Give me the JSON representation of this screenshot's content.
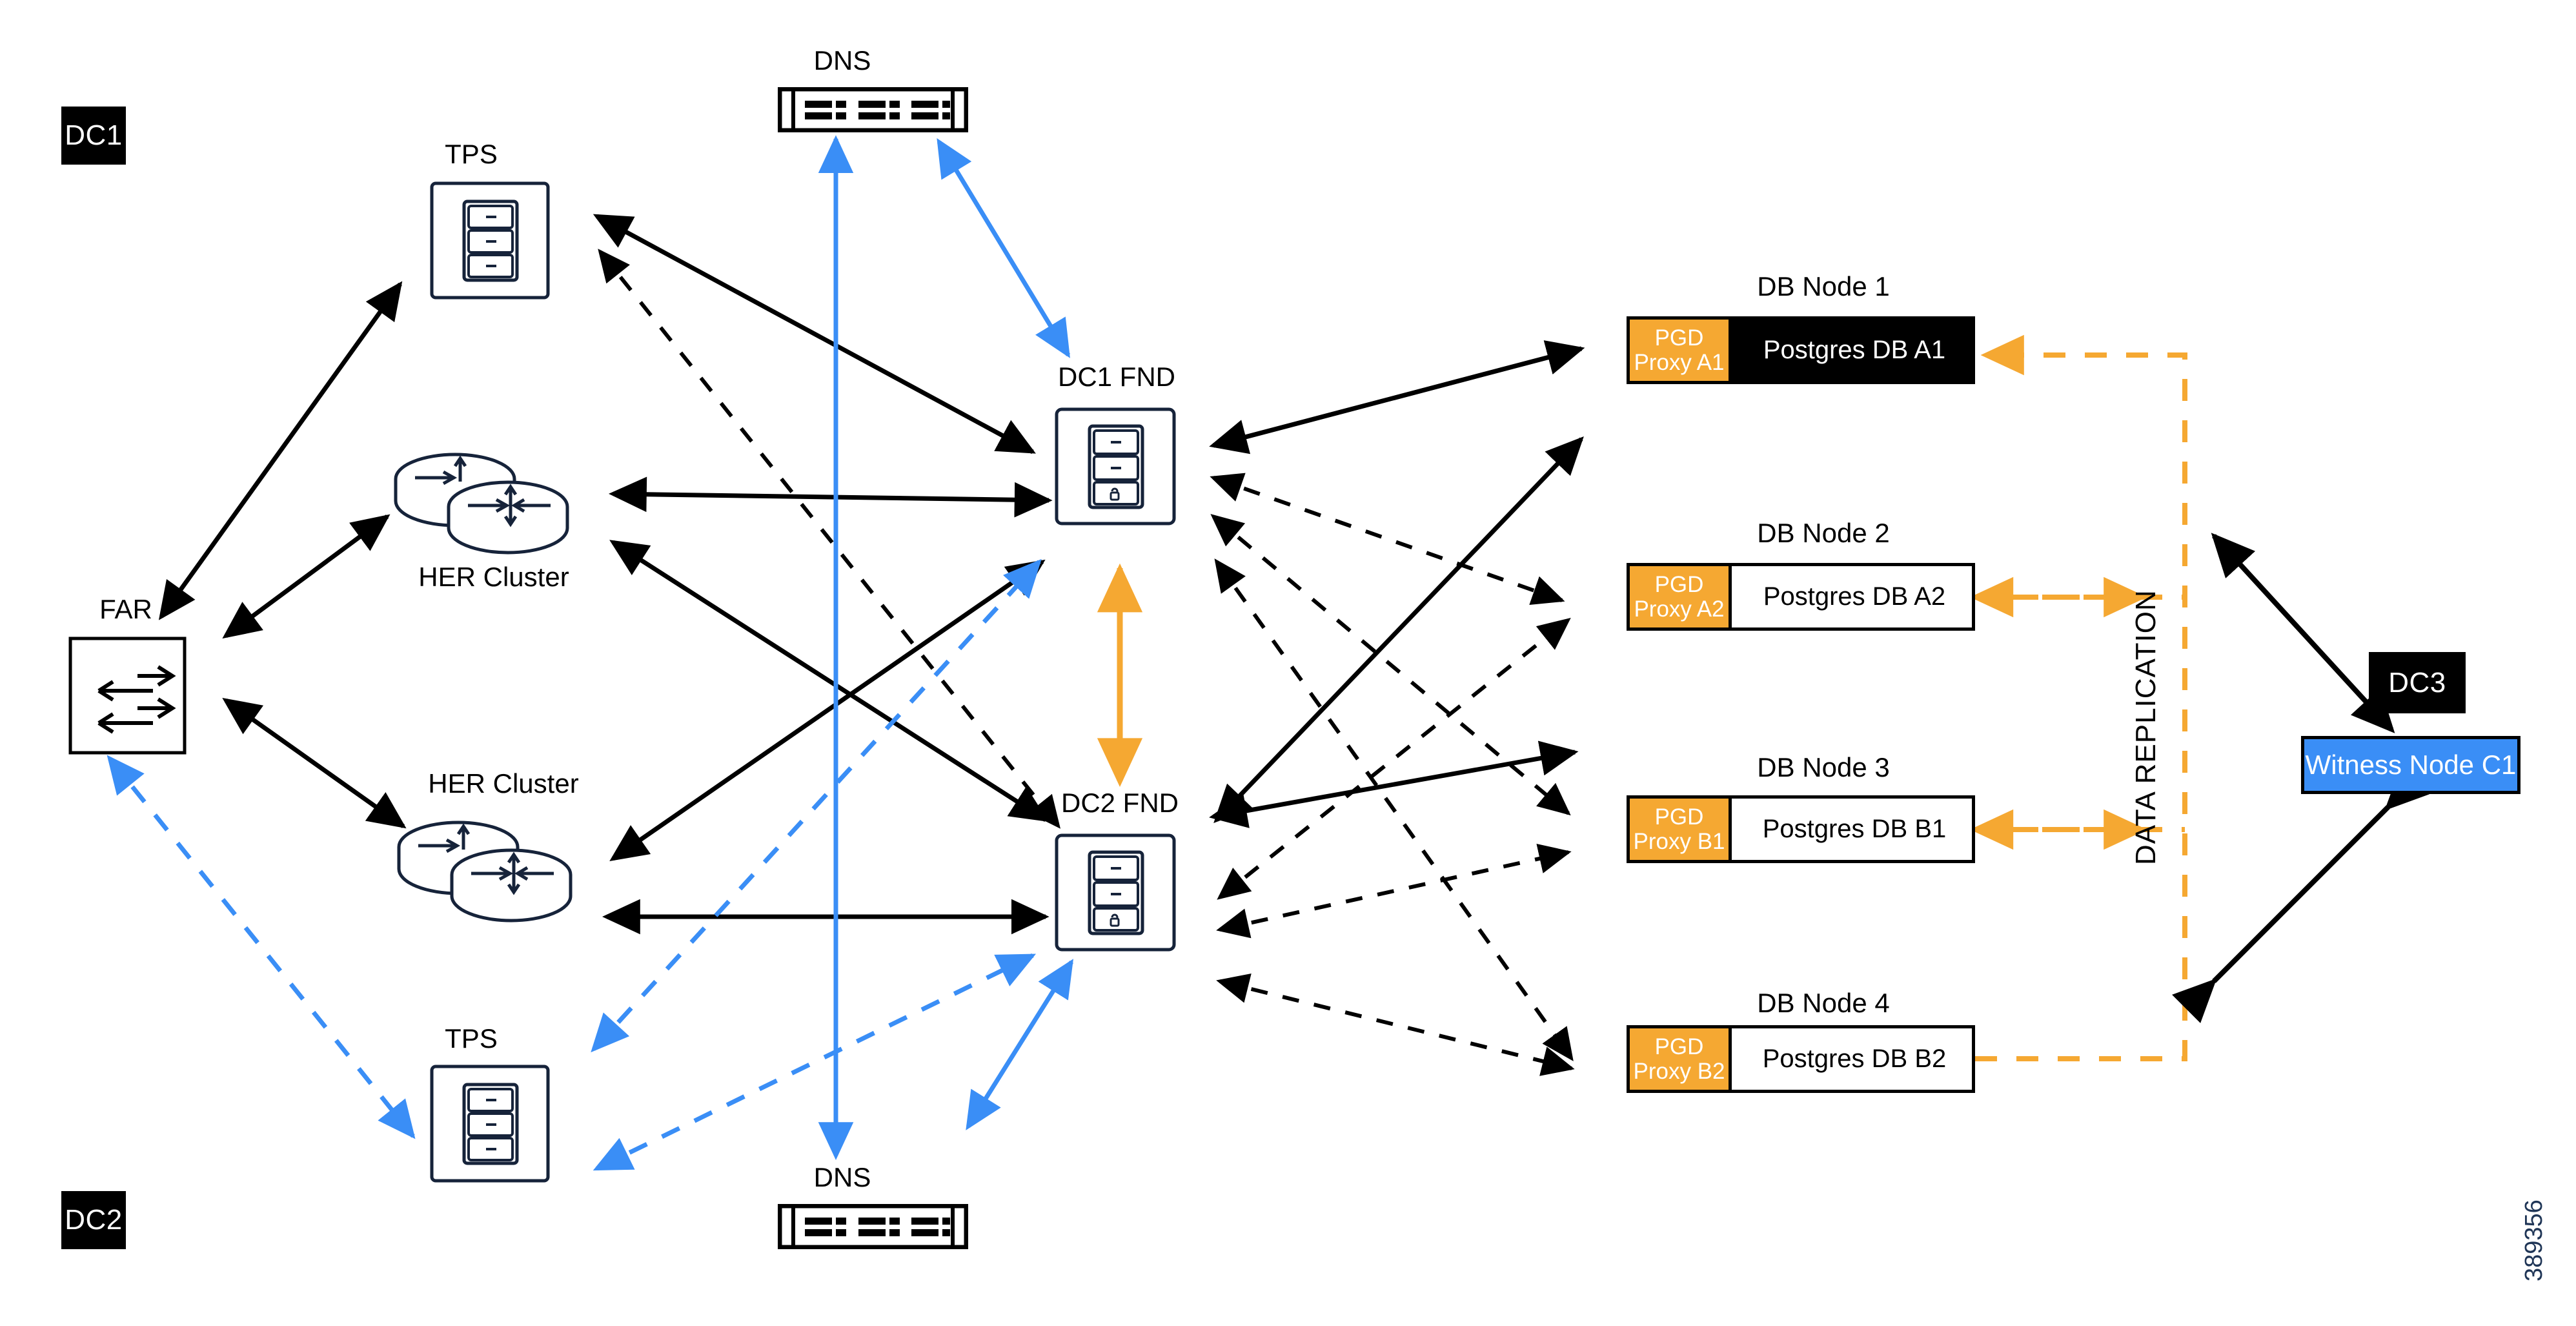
{
  "diagram": {
    "figure_number": "389356",
    "data_replication_label": "DATA REPLICATION",
    "colors": {
      "proxy_orange": "#F5A832",
      "witness_blue": "#3A8EF6",
      "arrow_blue": "#3A8EF6",
      "arrow_orange": "#F5A832",
      "arrow_black": "#000000",
      "device_outline": "#16233A",
      "figure_number_color": "#1F3556"
    }
  },
  "zones": [
    {
      "id": "dc1",
      "label": "DC1"
    },
    {
      "id": "dc2",
      "label": "DC2"
    },
    {
      "id": "dc3",
      "label": "DC3"
    }
  ],
  "devices": {
    "far": {
      "label": "FAR",
      "icon": "far-router-icon"
    },
    "tps_top": {
      "label": "TPS",
      "icon": "server-rack-icon"
    },
    "tps_bottom": {
      "label": "TPS",
      "icon": "server-rack-icon"
    },
    "her_cluster_top": {
      "label": "HER Cluster",
      "icon": "her-cluster-icon"
    },
    "her_cluster_bottom": {
      "label": "HER Cluster",
      "icon": "her-cluster-icon"
    },
    "dns_top": {
      "label": "DNS",
      "icon": "dns-appliance-icon"
    },
    "dns_bottom": {
      "label": "DNS",
      "icon": "dns-appliance-icon"
    },
    "dc1_fnd": {
      "label": "DC1 FND",
      "icon": "fnd-server-icon"
    },
    "dc2_fnd": {
      "label": "DC2 FND",
      "icon": "fnd-server-icon"
    }
  },
  "db_nodes": [
    {
      "title": "DB Node 1",
      "proxy_line1": "PGD",
      "proxy_line2": "Proxy A1",
      "db_label": "Postgres DB A1",
      "style": "dark"
    },
    {
      "title": "DB Node 2",
      "proxy_line1": "PGD",
      "proxy_line2": "Proxy A2",
      "db_label": "Postgres DB A2",
      "style": "light"
    },
    {
      "title": "DB Node 3",
      "proxy_line1": "PGD",
      "proxy_line2": "Proxy B1",
      "db_label": "Postgres DB B1",
      "style": "light"
    },
    {
      "title": "DB Node 4",
      "proxy_line1": "PGD",
      "proxy_line2": "Proxy B2",
      "db_label": "Postgres DB B2",
      "style": "light"
    }
  ],
  "witness": {
    "label": "Witness Node C1"
  }
}
